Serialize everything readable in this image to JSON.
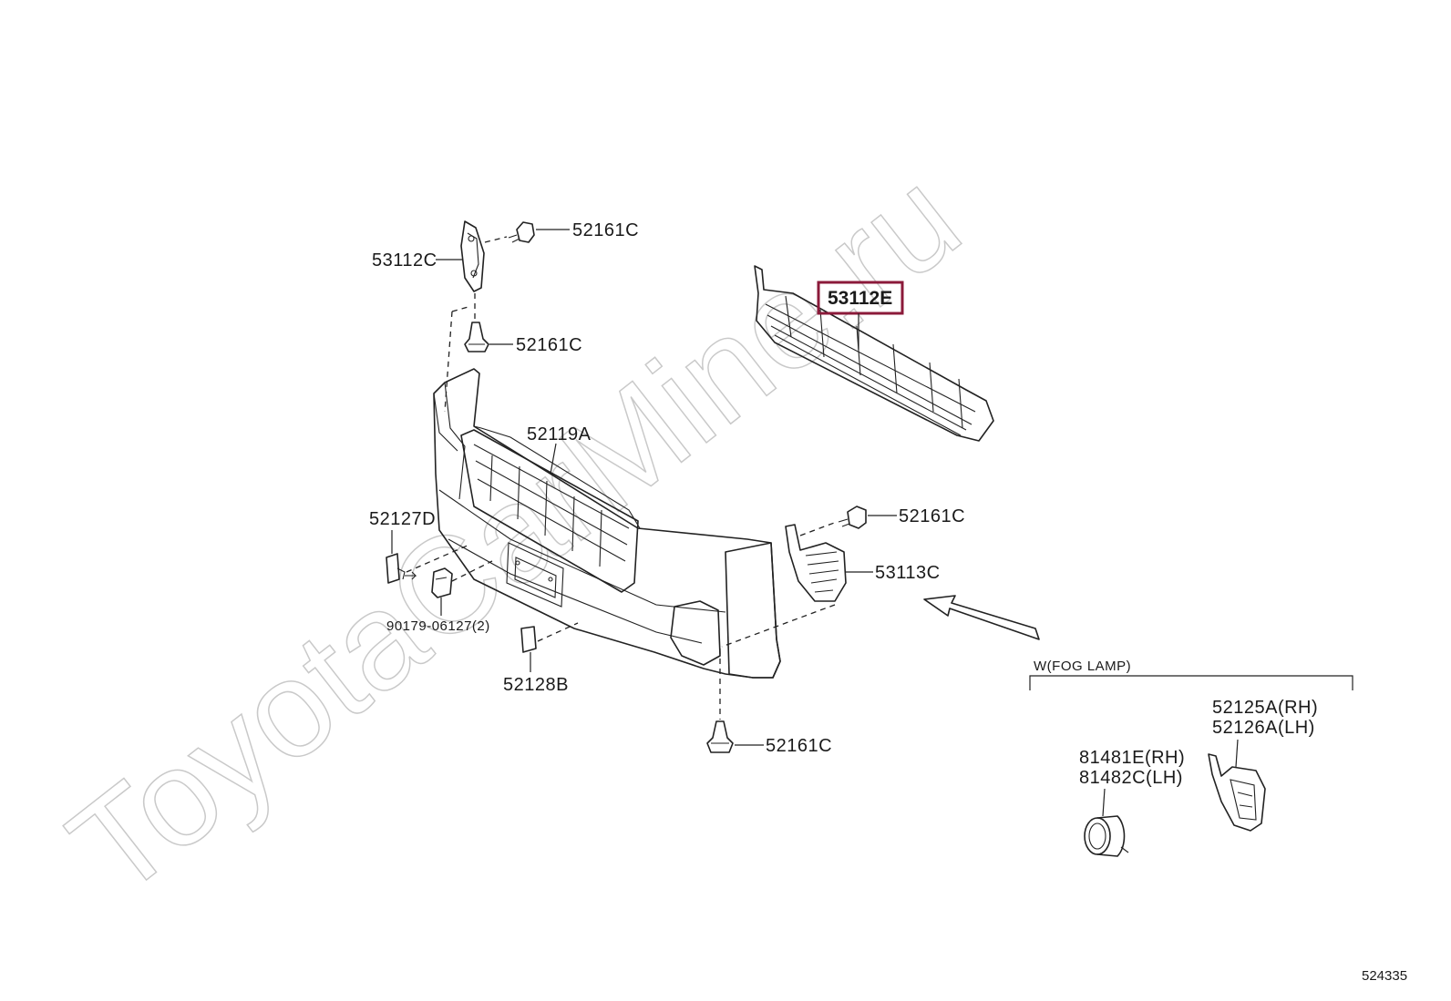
{
  "watermark": "ToyotaCarMine.ru",
  "labels": {
    "p53112C": "53112C",
    "p52161C_a": "52161C",
    "p52161C_b": "52161C",
    "p52161C_c": "52161C",
    "p52161C_d": "52161C",
    "p53112E": "53112E",
    "p52119A": "52119A",
    "p52127D": "52127D",
    "p90179": "90179-06127(2)",
    "p52128B": "52128B",
    "p53113C": "53113C",
    "fog_group": "W(FOG LAMP)",
    "p52125A": "52125A(RH)",
    "p52126A": "52126A(LH)",
    "p81481E": "81481E(RH)",
    "p81482C": "81482C(LH)"
  },
  "diagram_code": "524335",
  "colors": {
    "highlight": "#8b1a3a",
    "line": "#222222",
    "watermark": "#c9c9c9"
  }
}
